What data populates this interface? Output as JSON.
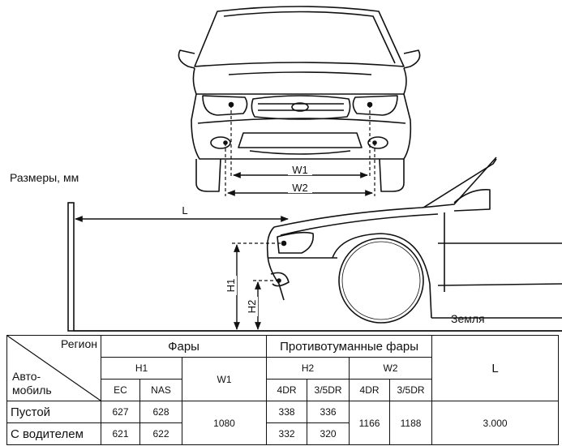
{
  "labels": {
    "dimensions_unit": "Размеры, мм",
    "ground": "Земля",
    "w1": "W1",
    "w2": "W2",
    "l": "L",
    "h1": "H1",
    "h2": "H2"
  },
  "table": {
    "region": "Регион",
    "vehicle_line1": "Авто-",
    "vehicle_line2": "мобиль",
    "headlights": "Фары",
    "fog_lights": "Противотуманные фары",
    "h1": "H1",
    "w1": "W1",
    "h2": "H2",
    "w2": "W2",
    "l": "L",
    "ec": "EC",
    "nas": "NAS",
    "h2_4dr": "4DR",
    "h2_35dr": "3/5DR",
    "w2_4dr": "4DR",
    "w2_35dr": "3/5DR",
    "rows": [
      {
        "label": "Пустой",
        "h1_ec": "627",
        "h1_nas": "628",
        "h2_4dr": "338",
        "h2_35dr": "336"
      },
      {
        "label": "С водителем",
        "h1_ec": "621",
        "h1_nas": "622",
        "h2_4dr": "332",
        "h2_35dr": "320"
      }
    ],
    "w1_value": "1080",
    "w2_4dr_value": "1166",
    "w2_35dr_value": "1188",
    "l_value": "3.000"
  }
}
